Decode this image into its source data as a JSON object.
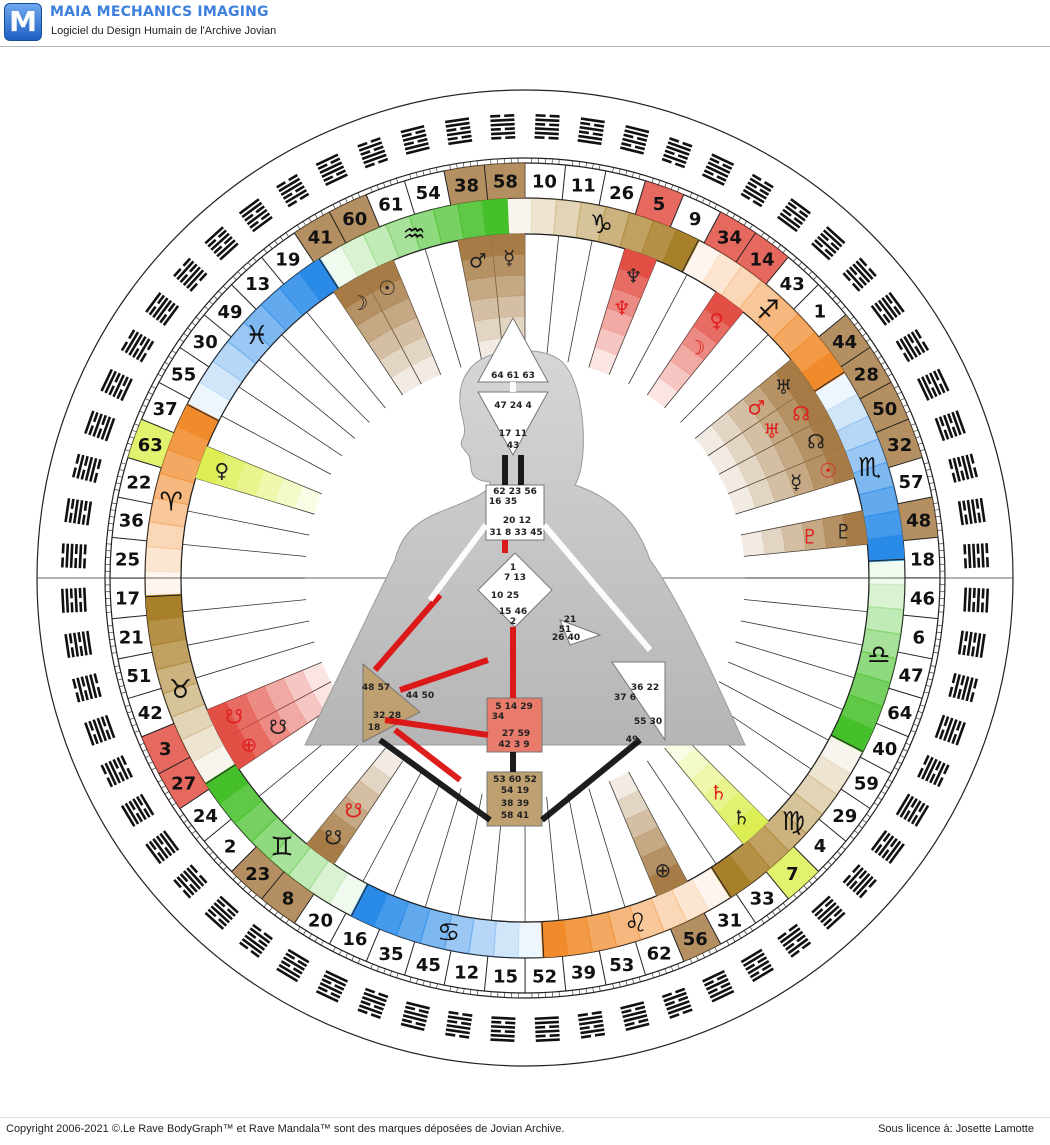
{
  "header": {
    "logo_letter": "M",
    "title": "MAIA MECHANICS IMAGING",
    "subtitle": "Logiciel du Design Humain de l'Archive Jovian"
  },
  "footer": {
    "copyright": "Copyright 2006-2021 ©.Le Rave BodyGraph™ et Rave Mandala™ sont des marques déposées de Jovian Archive.",
    "license": "Sous licence à: Josette Lamotte"
  },
  "mandala": {
    "start_gate_index": 0,
    "gate_wheel": [
      10,
      11,
      26,
      5,
      9,
      34,
      14,
      43,
      1,
      44,
      28,
      50,
      32,
      57,
      48,
      18,
      46,
      6,
      47,
      64,
      40,
      59,
      29,
      4,
      7,
      33,
      31,
      56,
      62,
      53,
      39,
      52,
      15,
      12,
      45,
      35,
      16,
      20,
      8,
      23,
      2,
      24,
      27,
      3,
      42,
      51,
      21,
      17,
      25,
      36,
      22,
      63,
      37,
      55,
      30,
      49,
      13,
      19,
      41,
      60,
      61,
      54,
      38,
      58
    ],
    "gate_colors": {
      "5": "#e24f44",
      "34": "#e24f44",
      "14": "#e24f44",
      "3": "#e24f44",
      "27": "#e24f44",
      "44": "#a77b45",
      "28": "#a77b45",
      "50": "#a77b45",
      "32": "#a77b45",
      "48": "#a77b45",
      "56": "#a77b45",
      "23": "#a77b45",
      "8": "#a77b45",
      "41": "#a77b45",
      "60": "#a77b45",
      "38": "#a77b45",
      "58": "#a77b45",
      "63": "#ddee55",
      "7": "#ddee55"
    },
    "zodiac": [
      {
        "symbol": "♑",
        "color": "#a9802a"
      },
      {
        "symbol": "♐",
        "color": "#f08a2a"
      },
      {
        "symbol": "♏",
        "color": "#2a8ae8"
      },
      {
        "symbol": "♎",
        "color": "#46c02a"
      },
      {
        "symbol": "♍",
        "color": "#a9802a"
      },
      {
        "symbol": "♌",
        "color": "#f08a2a"
      },
      {
        "symbol": "♋",
        "color": "#2a8ae8"
      },
      {
        "symbol": "♊",
        "color": "#46c02a"
      },
      {
        "symbol": "♉",
        "color": "#a9802a"
      },
      {
        "symbol": "♈",
        "color": "#f08a2a"
      },
      {
        "symbol": "♓",
        "color": "#2a8ae8"
      },
      {
        "symbol": "♒",
        "color": "#46c02a"
      }
    ],
    "activations": [
      {
        "gate": "58",
        "glyph": "☿",
        "design": false
      },
      {
        "gate": "38",
        "glyph": "♂",
        "design": false
      },
      {
        "gate": "5",
        "glyph": "♆",
        "design": false
      },
      {
        "gate": "5",
        "glyph": "♆",
        "design": true
      },
      {
        "gate": "14",
        "glyph": "♀",
        "design": true
      },
      {
        "gate": "14",
        "glyph": "☽",
        "design": true
      },
      {
        "gate": "44",
        "glyph": "♅",
        "design": false
      },
      {
        "gate": "44",
        "glyph": "♂",
        "design": true
      },
      {
        "gate": "28",
        "glyph": "☊",
        "design": true
      },
      {
        "gate": "28",
        "glyph": "♅",
        "design": true
      },
      {
        "gate": "50",
        "glyph": "☊",
        "design": false
      },
      {
        "gate": "32",
        "glyph": "☉",
        "design": true
      },
      {
        "gate": "32",
        "glyph": "☿",
        "design": false
      },
      {
        "gate": "48",
        "glyph": "♇",
        "design": false
      },
      {
        "gate": "48",
        "glyph": "♇",
        "design": true
      },
      {
        "gate": "7",
        "glyph": "♄",
        "design": false
      },
      {
        "gate": "7",
        "glyph": "♄",
        "design": true
      },
      {
        "gate": "56",
        "glyph": "⊕",
        "design": false
      },
      {
        "gate": "8",
        "glyph": "☋",
        "design": false
      },
      {
        "gate": "8",
        "glyph": "☋",
        "design": true
      },
      {
        "gate": "27",
        "glyph": "⊕",
        "design": true
      },
      {
        "gate": "27",
        "glyph": "☋",
        "design": false
      },
      {
        "gate": "3",
        "glyph": "☋",
        "design": true
      },
      {
        "gate": "63",
        "glyph": "♀",
        "design": false
      },
      {
        "gate": "41",
        "glyph": "☽",
        "design": false
      },
      {
        "gate": "60",
        "glyph": "☉",
        "design": false
      }
    ],
    "bodygraph": {
      "center_gates": [
        [
          "64",
          "61",
          "63"
        ],
        [
          "47",
          "24",
          "4"
        ],
        [
          "17",
          "11"
        ],
        [
          "43"
        ],
        [
          "62",
          "23",
          "56"
        ],
        [
          "16",
          "35"
        ],
        [
          "20",
          "12"
        ],
        [
          "31",
          "8",
          "33",
          "45"
        ],
        [
          "1"
        ],
        [
          "7",
          "13"
        ],
        [
          "10",
          "25"
        ],
        [
          "15",
          "46"
        ],
        [
          "2"
        ],
        [
          "21"
        ],
        [
          "51"
        ],
        [
          "26",
          "40"
        ],
        [
          "36",
          "22"
        ],
        [
          "37",
          "6"
        ],
        [
          "49"
        ],
        [
          "55",
          "30"
        ],
        [
          "5",
          "14",
          "29"
        ],
        [
          "34"
        ],
        [
          "27",
          "59"
        ],
        [
          "42",
          "3",
          "9"
        ],
        [
          "53",
          "60",
          "52"
        ],
        [
          "54",
          "19"
        ],
        [
          "38",
          "39"
        ],
        [
          "58",
          "41"
        ],
        [
          "48",
          "57"
        ],
        [
          "44",
          "50"
        ],
        [
          "32",
          "28"
        ],
        [
          "18"
        ]
      ]
    }
  }
}
